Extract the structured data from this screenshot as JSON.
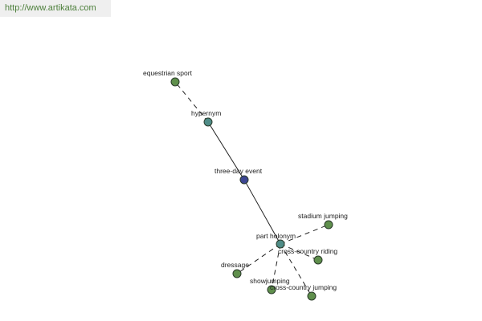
{
  "banner": {
    "url": "http://www.artikata.com"
  },
  "graph": {
    "colors": {
      "leaf": "#5f8f4c",
      "relation": "#4f8c87",
      "center": "#3c4692",
      "edge": "#222222"
    },
    "nodes": [
      {
        "id": "equestrian-sport",
        "label": "equestrian sport",
        "kind": "leaf"
      },
      {
        "id": "hypernym",
        "label": "hypernym",
        "kind": "relation"
      },
      {
        "id": "three-day-event",
        "label": "three-day event",
        "kind": "center"
      },
      {
        "id": "part-holonym",
        "label": "part holonym",
        "kind": "relation"
      },
      {
        "id": "stadium-jumping",
        "label": "stadium jumping",
        "kind": "leaf"
      },
      {
        "id": "cross-country-riding",
        "label": "cross-country riding",
        "kind": "leaf"
      },
      {
        "id": "dressage",
        "label": "dressage",
        "kind": "leaf"
      },
      {
        "id": "showjumping",
        "label": "showjumping",
        "kind": "leaf"
      },
      {
        "id": "cross-country-jumping",
        "label": "cross-country jumping",
        "kind": "leaf"
      }
    ],
    "edges": [
      {
        "from": "hypernym",
        "to": "equestrian-sport",
        "style": "dashed"
      },
      {
        "from": "three-day-event",
        "to": "hypernym",
        "style": "solid"
      },
      {
        "from": "three-day-event",
        "to": "part-holonym",
        "style": "solid"
      },
      {
        "from": "part-holonym",
        "to": "stadium-jumping",
        "style": "dashed"
      },
      {
        "from": "part-holonym",
        "to": "cross-country-riding",
        "style": "dashed"
      },
      {
        "from": "part-holonym",
        "to": "dressage",
        "style": "dashed"
      },
      {
        "from": "part-holonym",
        "to": "showjumping",
        "style": "dashed"
      },
      {
        "from": "part-holonym",
        "to": "cross-country-jumping",
        "style": "dashed"
      }
    ]
  }
}
